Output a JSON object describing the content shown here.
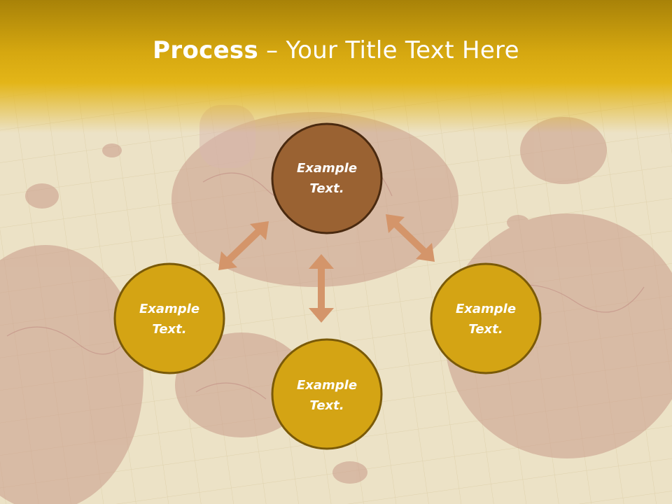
{
  "slide": {
    "title_bold": "Process",
    "title_dash": " – ",
    "title_rest": "Your Title Text Here"
  },
  "nodes": [
    {
      "line1": "Example",
      "line2": "Text.",
      "fill": "#9a6232",
      "stroke": "#4a2a10"
    },
    {
      "line1": "Example",
      "line2": "Text.",
      "fill": "#d4a414",
      "stroke": "#7a5a08"
    },
    {
      "line1": "Example",
      "line2": "Text.",
      "fill": "#d4a414",
      "stroke": "#7a5a08"
    },
    {
      "line1": "Example",
      "line2": "Text.",
      "fill": "#d4a414",
      "stroke": "#7a5a08"
    }
  ],
  "colors": {
    "arrow": "#d4956a",
    "accent": "#e3b518"
  }
}
